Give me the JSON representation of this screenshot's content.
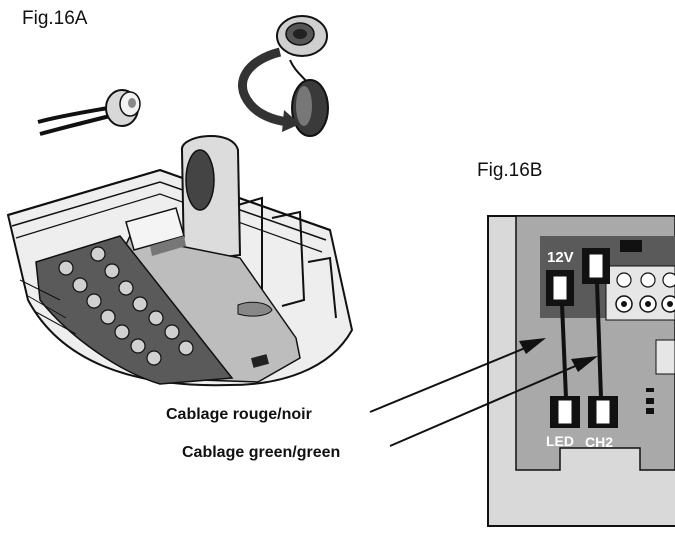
{
  "figures": {
    "fig16a": {
      "label": "Fig.16A"
    },
    "fig16b": {
      "label": "Fig.16B"
    }
  },
  "board": {
    "label_12v": "12V",
    "label_led": "LED",
    "label_ch2": "CH2"
  },
  "callouts": {
    "wiring_red_black": "Cablage rouge/noir",
    "wiring_green_green": "Cablage green/green"
  },
  "colors": {
    "ink": "#111111",
    "board_gray": "#a9a9a9",
    "dark_panel": "#5a5a5a",
    "terminal_light": "#e6e6e6"
  }
}
